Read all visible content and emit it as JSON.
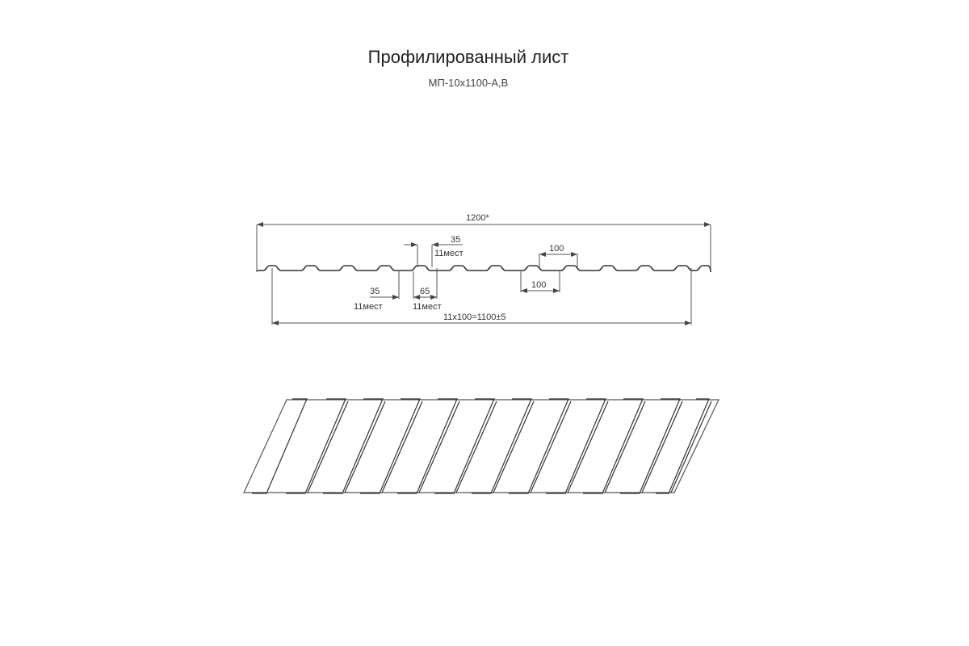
{
  "header": {
    "title": "Профилированный лист",
    "subtitle": "МП-10x1100-А,В"
  },
  "profile_drawing": {
    "overall_width_label": "1200*",
    "crest_width_label": "35",
    "crest_count_label_top": "11мест",
    "valley_width_label": "35",
    "valley_count_label": "11мест",
    "rib_base_label": "65",
    "rib_base_count_label": "11мест",
    "pitch_top_label": "100",
    "pitch_bottom_label": "100",
    "useful_width_label": "11x100=1100±5"
  },
  "sheet_view": {
    "rib_count": 12
  }
}
